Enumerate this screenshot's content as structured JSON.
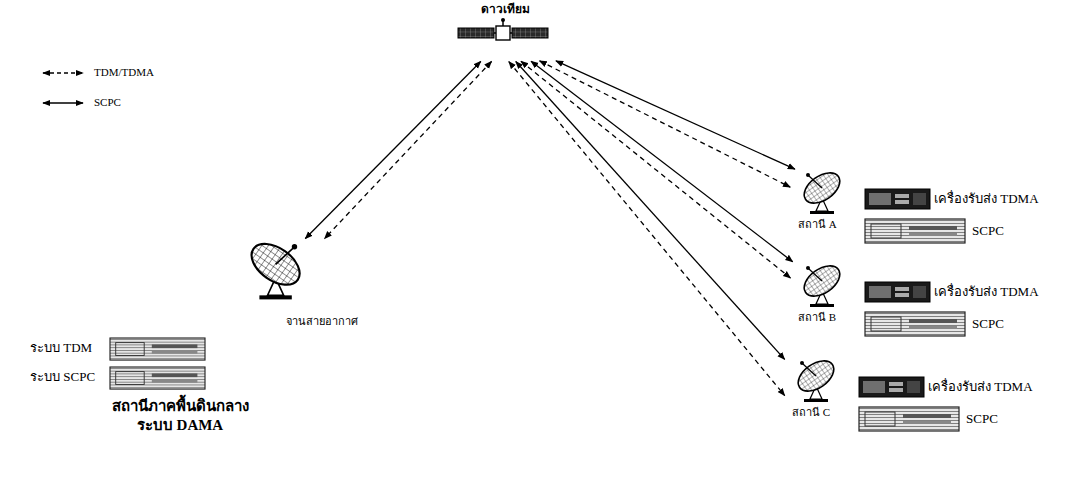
{
  "diagram": {
    "nodes": [
      {
        "text": [
          "ดาวเทียม"
        ]
      },
      {
        "text": [
          "จานสายอากาศ",
          "สถานีภาคพื้นดินกลาง ระบบ DAMA"
        ]
      },
      {
        "text": [
          "ระบบ TDM"
        ],
        "in": 1
      },
      {
        "text": [
          "ระบบ SCPC"
        ],
        "in": 1
      },
      {
        "text": [
          "สถานี A"
        ]
      },
      {
        "text": [
          "เครื่องรับส่ง TDMA"
        ],
        "in": 4
      },
      {
        "text": [
          "SCPC"
        ],
        "in": 4
      },
      {
        "text": [
          "สถานี B"
        ]
      },
      {
        "text": [
          "เครื่องรับส่ง TDMA"
        ],
        "in": 7
      },
      {
        "text": [
          "SCPC"
        ],
        "in": 7
      },
      {
        "text": [
          "สถานี C"
        ]
      },
      {
        "text": [
          "เครื่องรับส่ง TDMA"
        ],
        "in": 10
      },
      {
        "text": [
          "SCPC"
        ],
        "in": 10
      }
    ],
    "edges": [
      {
        "from": 0,
        "to": 1,
        "arrow": "both"
      },
      {
        "from": 0,
        "to": 1,
        "arrow": "both"
      },
      {
        "from": 0,
        "to": 4,
        "arrow": "both"
      },
      {
        "from": 0,
        "to": 4,
        "arrow": "both"
      },
      {
        "from": 0,
        "to": 7,
        "arrow": "both"
      },
      {
        "from": 0,
        "to": 7,
        "arrow": "both"
      },
      {
        "from": 0,
        "to": 10,
        "arrow": "both"
      },
      {
        "from": 0,
        "to": 10,
        "arrow": "both"
      }
    ],
    "legend": [
      {
        "text": "TDM/TDMA"
      },
      {
        "text": "SCPC"
      }
    ]
  }
}
